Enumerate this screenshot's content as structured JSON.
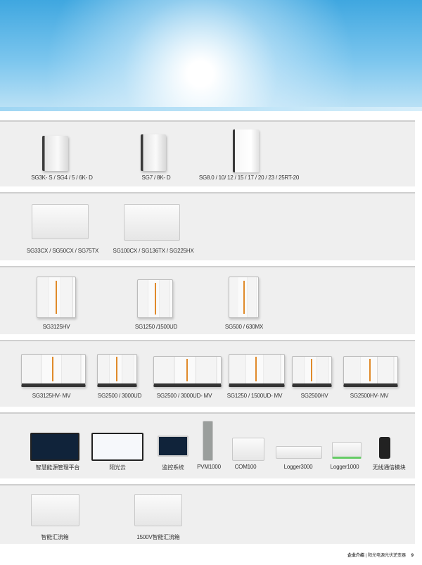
{
  "sections": [
    {
      "items": [
        {
          "label": "SG3K- S / SG4 / 5 / 6K- D"
        },
        {
          "label": "SG7 / 8K- D"
        },
        {
          "label": "SG8.0 / 10/ 12 / 15 / 17 / 20 / 23 / 25RT-20"
        }
      ]
    },
    {
      "items": [
        {
          "label": "SG33CX / SG50CX / SG75TX"
        },
        {
          "label": "SG100CX / SG136TX / SG225HX"
        }
      ]
    },
    {
      "items": [
        {
          "label": "SG3125HV"
        },
        {
          "label": "SG1250 /1500UD"
        },
        {
          "label": "SG500 / 630MX"
        }
      ]
    },
    {
      "items": [
        {
          "label": "SG3125HV- MV"
        },
        {
          "label": "SG2500 / 3000UD"
        },
        {
          "label": "SG2500 / 3000UD- MV"
        },
        {
          "label": "SG1250 / 1500UD- MV"
        },
        {
          "label": "SG2500HV"
        },
        {
          "label": "SG2500HV- MV"
        }
      ]
    },
    {
      "items": [
        {
          "label": "智慧能源管理平台"
        },
        {
          "label": "阳光云"
        },
        {
          "label": "监控系统"
        },
        {
          "label": "PVM1000"
        },
        {
          "label": "COM100"
        },
        {
          "label": "Logger3000"
        },
        {
          "label": "Logger1000"
        },
        {
          "label": "无线通信模块"
        }
      ]
    },
    {
      "items": [
        {
          "label": "智能汇流箱"
        },
        {
          "label": "1500V智能汇流箱"
        }
      ]
    }
  ],
  "footer": {
    "section": "企业介绍",
    "title": "阳光电源光伏逆变器",
    "page": "9"
  },
  "colors": {
    "panel": "#efefef",
    "accent": "#e08a2a"
  }
}
